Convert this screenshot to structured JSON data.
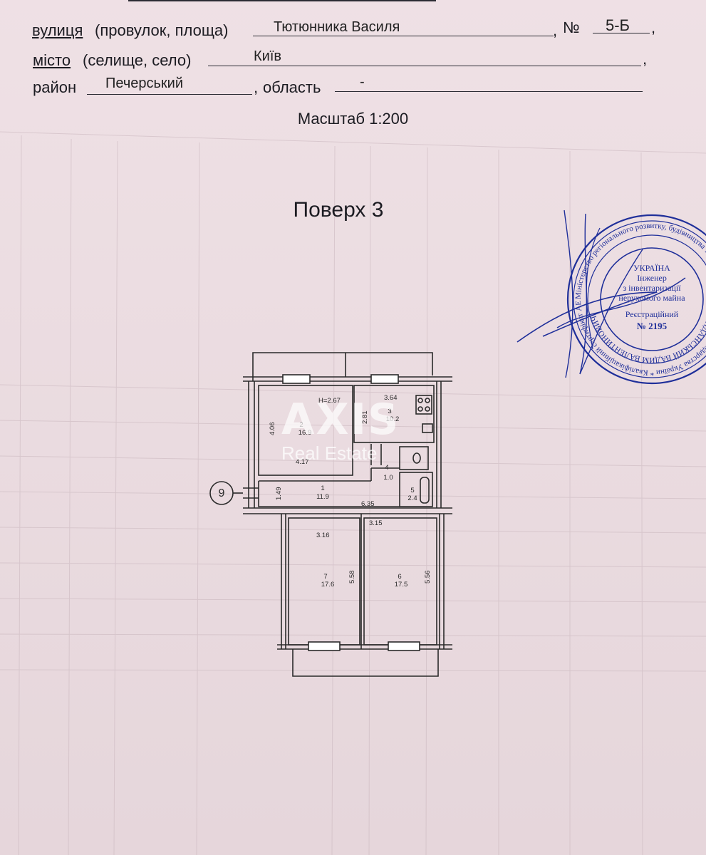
{
  "form": {
    "street_label": "вулиця",
    "street_suffix": "(провулок, площа)",
    "street_value": "Тютюнника Василя",
    "comma": ",",
    "number_label": "№",
    "number_value": "5-Б",
    "city_label": "місто",
    "city_suffix": "(селище, село)",
    "city_value": "Київ",
    "district_label": "район",
    "district_value": "Печерський",
    "region_label": "область",
    "region_value": "-"
  },
  "scale": "Масштаб 1:200",
  "floor_title": "Поверх 3",
  "plan": {
    "axis_marker": "9",
    "ceiling_height": "H=2.67",
    "rooms": [
      {
        "no": "1",
        "area": "11.9"
      },
      {
        "no": "2",
        "area": "16.9"
      },
      {
        "no": "3",
        "area": "10.2"
      },
      {
        "no": "4",
        "area": "1.0"
      },
      {
        "no": "5",
        "area": "2.4"
      },
      {
        "no": "6",
        "area": "17.5"
      },
      {
        "no": "7",
        "area": "17.6"
      }
    ],
    "dimensions": {
      "d_4_06": "4.06",
      "d_4_17": "4.17",
      "d_2_81": "2.81",
      "d_3_64": "3.64",
      "d_1_49": "1.49",
      "d_6_35": "6.35",
      "d_3_16": "3.16",
      "d_3_15": "3.15",
      "d_5_58": "5.58",
      "d_5_56": "5.56"
    }
  },
  "watermark": {
    "brand": "AXIS",
    "sub": "Real Estate"
  },
  "stamp": {
    "center_line1": "УКРАЇНА",
    "center_line2": "Інженер",
    "center_line3": "з інвентаризації",
    "center_line4": "нерухомого майна",
    "center_line5": "Реєстраційний",
    "center_line6": "№ 2195",
    "ring_text": "Міністерство регіонального розвитку, будівництва та житлово-комунального господарства України * Кваліфікаційний сертифікат АЕ",
    "ring_name": "ПОРЯДАНСЬКИЙ ВАДИМ ВАЛЕНТИНОВИЧ"
  },
  "colors": {
    "paper": "#eddde2",
    "ink": "#1c1c22",
    "stamp_ink": "#1f2f9a"
  }
}
